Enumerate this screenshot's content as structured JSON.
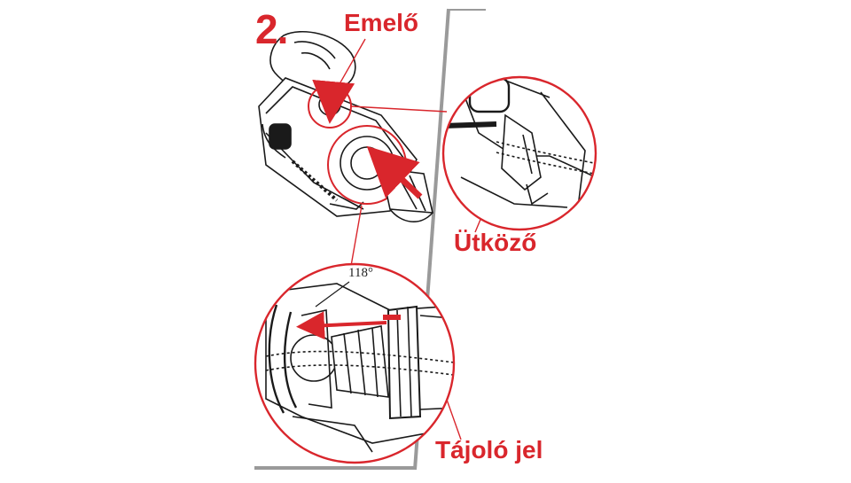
{
  "step_number": "2.",
  "labels": {
    "lever": "Emelő",
    "stop": "Ütköző",
    "orientation_mark": "Tájoló jel",
    "angle": "118°"
  },
  "colors": {
    "accent_red": "#d9262c",
    "line_dark": "#1a1a1a",
    "panel_grey": "#9a9a9a"
  }
}
